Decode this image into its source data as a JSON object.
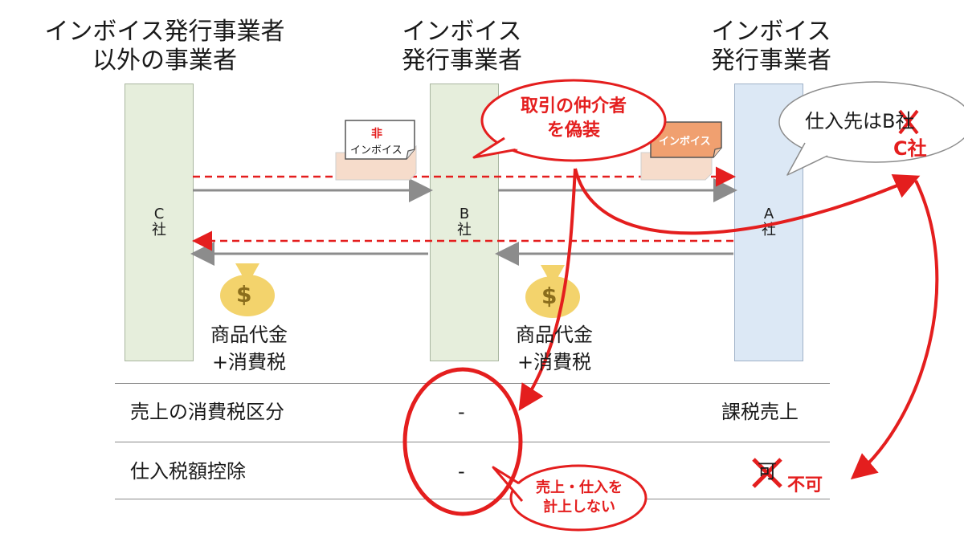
{
  "headings": {
    "left": [
      "インボイス発行事業者",
      "以外の事業者"
    ],
    "middle": [
      "インボイス",
      "発行事業者"
    ],
    "right": [
      "インボイス",
      "発行事業者"
    ]
  },
  "companies": {
    "c": [
      "C",
      "社"
    ],
    "b": [
      "B",
      "社"
    ],
    "a": [
      "A",
      "社"
    ]
  },
  "documents": {
    "non_invoice_mark": "非",
    "non_invoice_label": "インボイス",
    "invoice_label": "インボイス"
  },
  "payments": {
    "left": [
      "商品代金",
      "+消費税"
    ],
    "right": [
      "商品代金",
      "+消費税"
    ],
    "icon_symbol": "$"
  },
  "callouts": {
    "disguise": [
      "取引の仲介者",
      "を偽装"
    ],
    "not_record": [
      "売上・仕入を",
      "計上しない"
    ],
    "supplier_prefix": "仕入先は",
    "supplier_struck": "B",
    "supplier_suffix": "社",
    "supplier_actual": "C社",
    "not_allowed": "不可"
  },
  "table": {
    "rows": [
      {
        "label": "売上の消費税区分",
        "b_value": "-",
        "a_value": "課税売上"
      },
      {
        "label": "仕入税額控除",
        "b_value": "-",
        "a_value": "可"
      }
    ]
  },
  "colors": {
    "accent_red": "#e41e1e",
    "arrow_gray": "#8c8c8c",
    "bar_green": "#e6eedc",
    "bar_blue": "#dce8f5",
    "money_gold": "#f3d36c",
    "invoice_orange": "#f0a070"
  }
}
